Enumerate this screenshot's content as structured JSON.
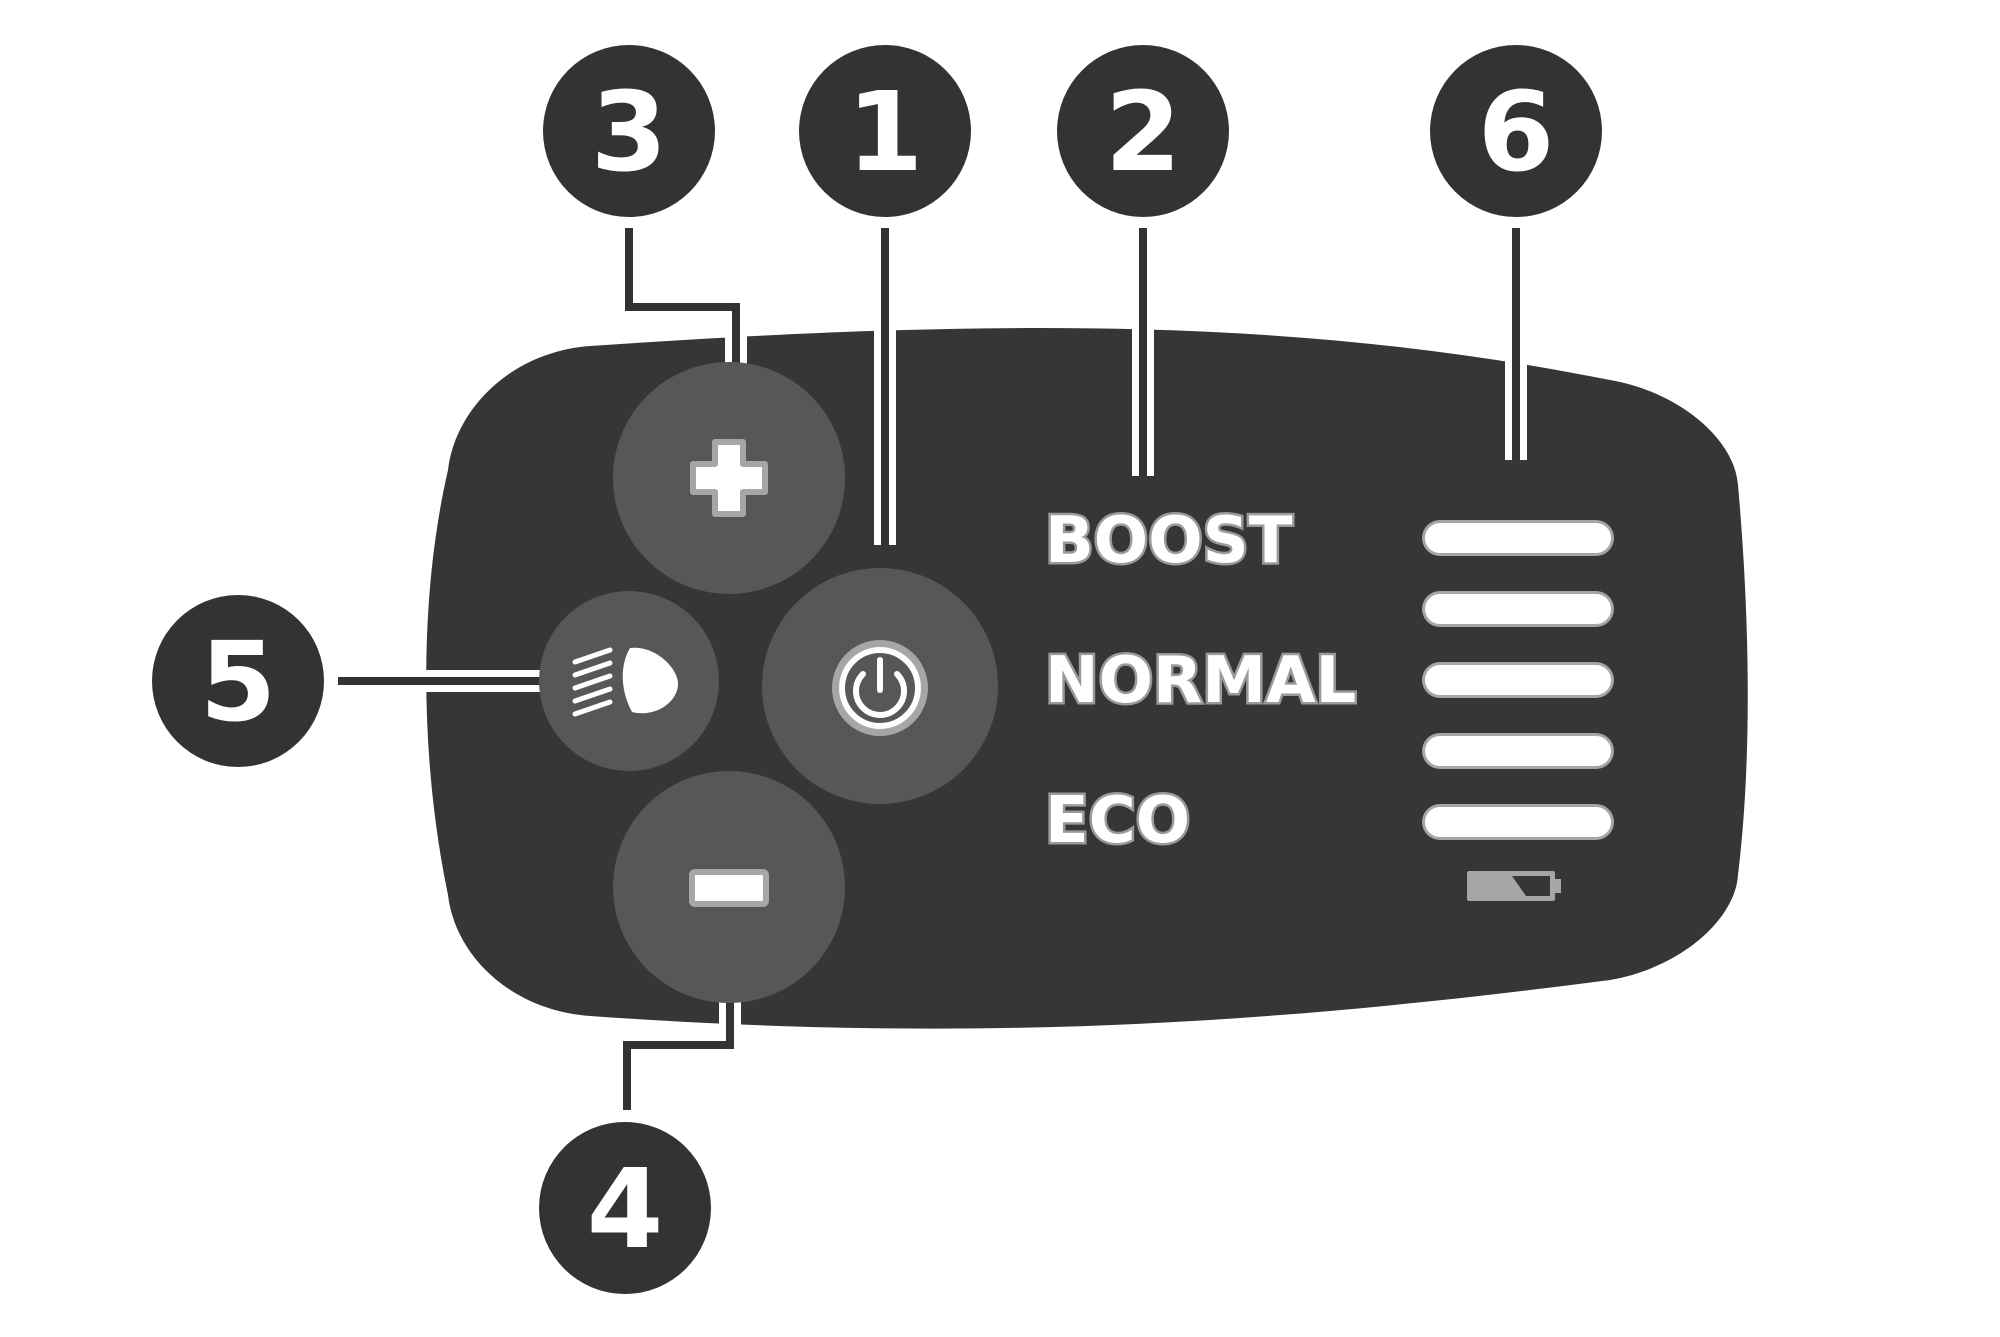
{
  "colors": {
    "panel": "#363636",
    "button": "#575757",
    "callout": "#333333",
    "outline": "#a6a6a6",
    "white": "#ffffff"
  },
  "callouts": [
    {
      "id": "3",
      "label": "3"
    },
    {
      "id": "1",
      "label": "1"
    },
    {
      "id": "2",
      "label": "2"
    },
    {
      "id": "6",
      "label": "6"
    },
    {
      "id": "5",
      "label": "5"
    },
    {
      "id": "4",
      "label": "4"
    }
  ],
  "buttons": {
    "plus_icon": "plus-icon",
    "minus_icon": "minus-icon",
    "power_icon": "power-icon",
    "light_icon": "headlight-icon"
  },
  "modes": [
    {
      "label": "BOOST"
    },
    {
      "label": "NORMAL"
    },
    {
      "label": "ECO"
    }
  ],
  "battery": {
    "bars_total": 5,
    "icon": "battery-icon"
  }
}
